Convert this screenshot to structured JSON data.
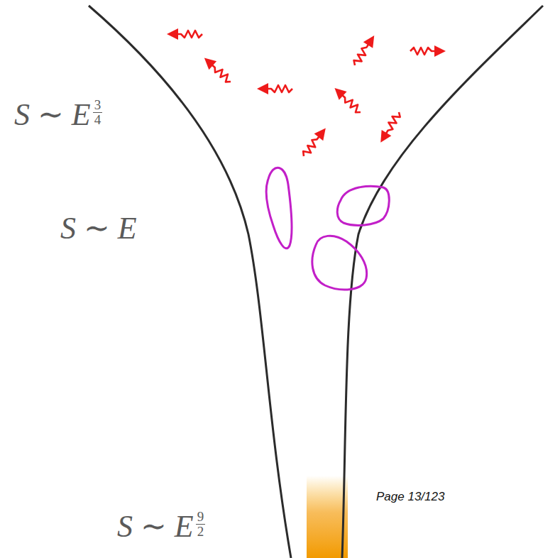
{
  "diagram": {
    "labels": [
      "S ∼ E",
      "3",
      "4",
      "S ∼ E",
      "S ∼ E",
      "9",
      "2",
      "Page 13/123"
    ]
  }
}
